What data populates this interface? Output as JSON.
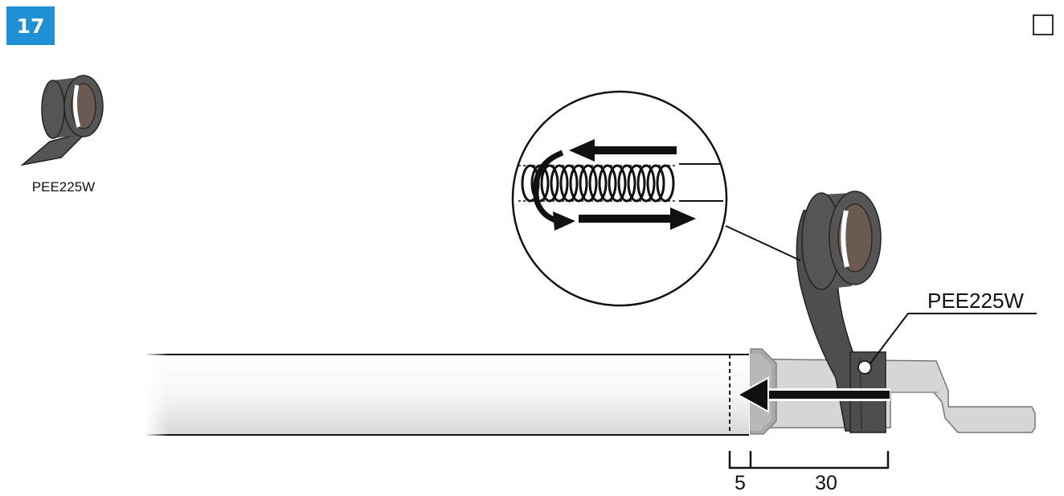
{
  "step": {
    "number": "17"
  },
  "material": {
    "tape_code": "PEE225W"
  },
  "callout": {
    "label": "PEE225W"
  },
  "dimensions": {
    "short": "5",
    "long": "30"
  },
  "icons": {
    "tape_roll": "tape-roll-icon",
    "checkbox": "checkbox-icon",
    "arrow": "arrow-left-icon"
  },
  "colors": {
    "badge": "#1f8fd6",
    "tape": "#555555",
    "tape_inner": "#6b5a52",
    "connector": "#d6d6d6",
    "cable": "#f2f2f2"
  }
}
